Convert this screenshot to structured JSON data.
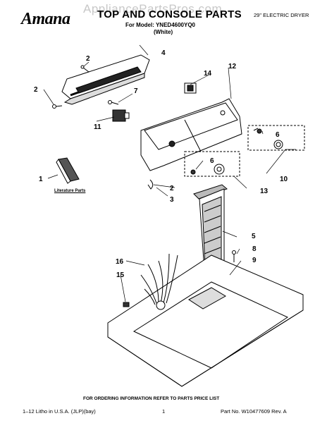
{
  "header": {
    "watermark": "AppliancePartsPros.com",
    "brand_logo": "Amana",
    "title": "TOP AND CONSOLE PARTS",
    "model_line": "For Model: YNED4600YQ0",
    "color_line": "(White)",
    "product_type": "29\" ELECTRIC DRYER"
  },
  "literature_label": "Literature Parts",
  "callouts": [
    "1",
    "2",
    "2",
    "2",
    "3",
    "4",
    "5",
    "6",
    "6",
    "7",
    "8",
    "9",
    "10",
    "11",
    "12",
    "13",
    "14",
    "15",
    "16"
  ],
  "footer": {
    "order_note": "FOR ORDERING INFORMATION REFER TO PARTS PRICE LIST",
    "left": "1–12 Litho in U.S.A. (JLP)(bay)",
    "page": "1",
    "part_no": "Part No. W10477609 Rev. A"
  }
}
